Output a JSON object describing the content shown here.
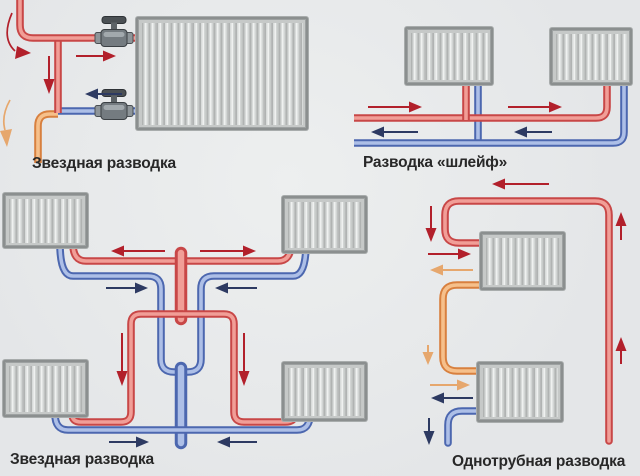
{
  "palette": {
    "bg": "#e4e6e8",
    "pipe-red-dark": "#c84747",
    "pipe-red-light": "#f19e97",
    "pipe-blue-dark": "#4c67af",
    "pipe-blue-light": "#adbfe7",
    "pipe-orange-dark": "#d8803f",
    "pipe-orange-light": "#f6c08b",
    "arrow-red": "#b2202b",
    "arrow-navy": "#2d3a62",
    "arrow-orange": "#e6a76d",
    "radiator-frame": "#8b8f8f",
    "radiator-face": "#c6c9c8",
    "label": "#282828"
  },
  "diagrams": [
    {
      "id": "star-single",
      "label": "Звездная разводка"
    },
    {
      "id": "loop",
      "label": "Разводка «шлейф»"
    },
    {
      "id": "star-multi",
      "label": "Звездная разводка"
    },
    {
      "id": "single-pipe",
      "label": "Однотрубная разводка"
    }
  ]
}
